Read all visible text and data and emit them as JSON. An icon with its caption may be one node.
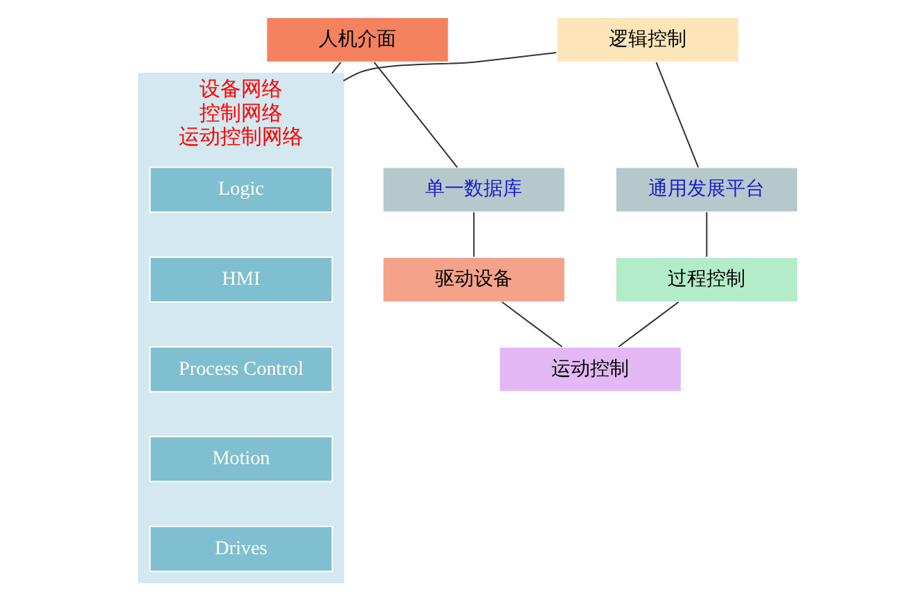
{
  "diagram": {
    "nodes": [
      {
        "text": [
          "设备网络",
          "控制网络",
          "运动控制网络"
        ]
      },
      {
        "text": [
          "Logic"
        ],
        "in": 0
      },
      {
        "text": [
          "HMI"
        ],
        "in": 0
      },
      {
        "text": [
          "Process Control"
        ],
        "in": 0
      },
      {
        "text": [
          "Motion"
        ],
        "in": 0
      },
      {
        "text": [
          "Drives"
        ],
        "in": 0
      },
      {
        "text": [
          "逻辑控制"
        ]
      },
      {
        "text": [
          "人机介面"
        ]
      },
      {
        "text": [
          "通用发展平台"
        ]
      },
      {
        "text": [
          "单一数据库"
        ]
      },
      {
        "text": [
          "过程控制"
        ]
      },
      {
        "text": [
          "驱动设备"
        ]
      },
      {
        "text": [
          "运动控制"
        ]
      }
    ],
    "edges": [
      {
        "from": 6,
        "to": 0,
        "arrow": "none"
      },
      {
        "from": 7,
        "to": 0,
        "arrow": "none"
      },
      {
        "from": 6,
        "to": 8,
        "arrow": "none"
      },
      {
        "from": 8,
        "to": 10,
        "arrow": "none"
      },
      {
        "from": 10,
        "to": 12,
        "arrow": "none"
      },
      {
        "from": 7,
        "to": 9,
        "arrow": "none"
      },
      {
        "from": 9,
        "to": 11,
        "arrow": "none"
      },
      {
        "from": 11,
        "to": 12,
        "arrow": "none"
      }
    ]
  }
}
